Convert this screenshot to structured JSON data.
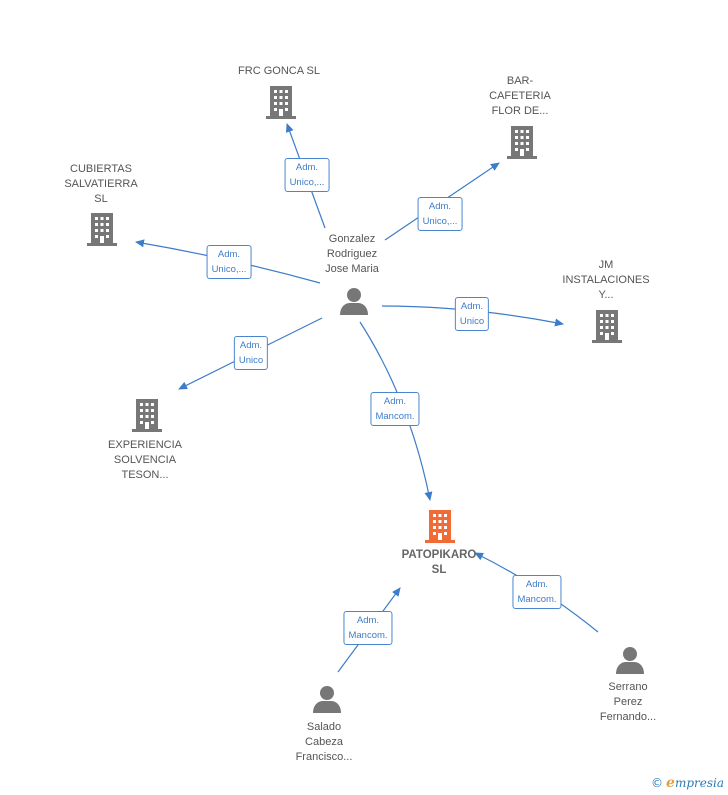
{
  "colors": {
    "company": "#777777",
    "company_main": "#f26b36",
    "person": "#777777",
    "edge": "#3d7cc9"
  },
  "nodes": {
    "frc_gonca": {
      "lines": [
        "FRC GONCA  SL"
      ],
      "icon": "building-icon"
    },
    "bar_cafeteria": {
      "lines": [
        "BAR-",
        "CAFETERIA",
        "FLOR DE..."
      ],
      "icon": "building-icon"
    },
    "cubiertas": {
      "lines": [
        "CUBIERTAS",
        "SALVATIERRA",
        "SL"
      ],
      "icon": "building-icon"
    },
    "jm_instalaciones": {
      "lines": [
        "JM",
        "INSTALACIONES",
        "Y..."
      ],
      "icon": "building-icon"
    },
    "experiencia": {
      "lines": [
        "EXPERIENCIA",
        "SOLVENCIA",
        "TESON..."
      ],
      "icon": "building-icon"
    },
    "patopikaro": {
      "lines": [
        "PATOPIKARO",
        "SL"
      ],
      "icon": "building-icon"
    },
    "gonzalez": {
      "lines": [
        "Gonzalez",
        "Rodriguez",
        "Jose Maria"
      ],
      "icon": "person-icon"
    },
    "salado": {
      "lines": [
        "Salado",
        "Cabeza",
        "Francisco..."
      ],
      "icon": "person-icon"
    },
    "serrano": {
      "lines": [
        "Serrano",
        "Perez",
        "Fernando..."
      ],
      "icon": "person-icon"
    }
  },
  "edges": {
    "to_frc": {
      "lines": [
        "Adm.",
        "Unico,..."
      ]
    },
    "to_bar": {
      "lines": [
        "Adm.",
        "Unico,..."
      ]
    },
    "to_cubiertas": {
      "lines": [
        "Adm.",
        "Unico,..."
      ]
    },
    "to_jm": {
      "lines": [
        "Adm.",
        "Unico"
      ]
    },
    "to_experiencia": {
      "lines": [
        "Adm.",
        "Unico"
      ]
    },
    "gonzalez_to_pato": {
      "lines": [
        "Adm.",
        "Mancom."
      ]
    },
    "salado_to_pato": {
      "lines": [
        "Adm.",
        "Mancom."
      ]
    },
    "serrano_to_pato": {
      "lines": [
        "Adm.",
        "Mancom."
      ]
    }
  },
  "footer": {
    "copyright": "©",
    "brand_initial": "e",
    "brand_rest": "mpresia"
  }
}
